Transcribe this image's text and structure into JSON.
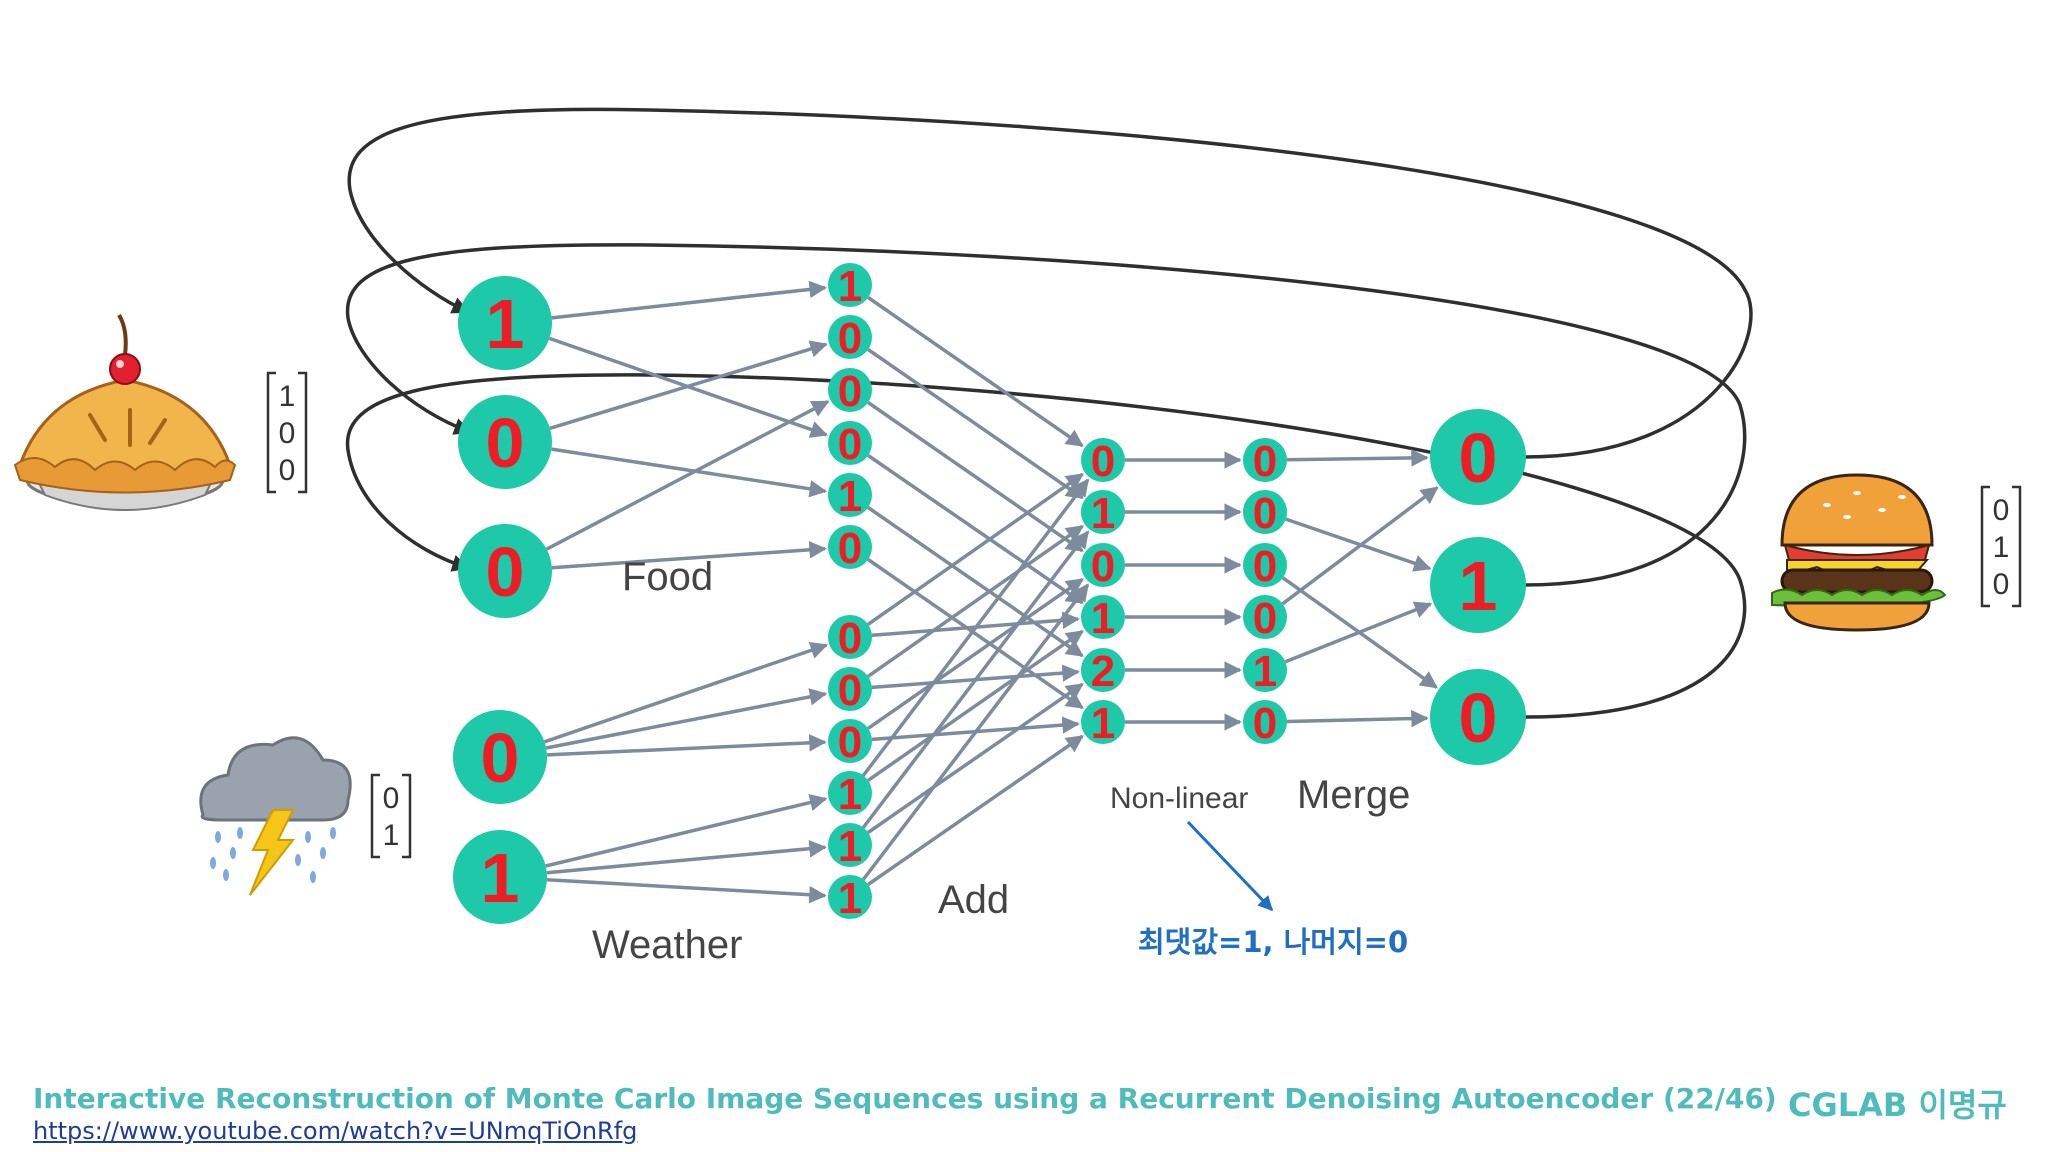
{
  "diagram": {
    "inputs": {
      "food_vector": [
        "1",
        "0",
        "0"
      ],
      "weather_vector": [
        "0",
        "1"
      ]
    },
    "food_bits": [
      "1",
      "0",
      "0",
      "0",
      "1",
      "0"
    ],
    "weather_bits": [
      "0",
      "0",
      "0",
      "1",
      "1",
      "1"
    ],
    "sum_values": [
      "0",
      "1",
      "0",
      "1",
      "2",
      "1"
    ],
    "nonlinear_values": [
      "0",
      "0",
      "0",
      "0",
      "1",
      "0"
    ],
    "outputs": [
      "0",
      "1",
      "0"
    ],
    "output_vector": [
      "0",
      "1",
      "0"
    ],
    "labels": {
      "food": "Food",
      "weather": "Weather",
      "add": "Add",
      "nonlinear": "Non-linear",
      "merge": "Merge"
    },
    "annotation": "최댓값=1, 나머지=0",
    "icons": {
      "input_food": "pie-icon",
      "weather": "storm-cloud-icon",
      "output_food": "burger-icon"
    },
    "colors": {
      "node": "#1dc9a8",
      "digit": "#ee1c24",
      "arrow": "#7d8b9c",
      "loop": "#2f2f2f",
      "annotation": "#1f6fc4"
    }
  },
  "footer": {
    "title": "Interactive Reconstruction of Monte Carlo Image Sequences using a Recurrent Denoising Autoencoder (22/46)",
    "link": "https://www.youtube.com/watch?v=UNmqTiOnRfg",
    "brand": "CGLAB 이명규"
  }
}
